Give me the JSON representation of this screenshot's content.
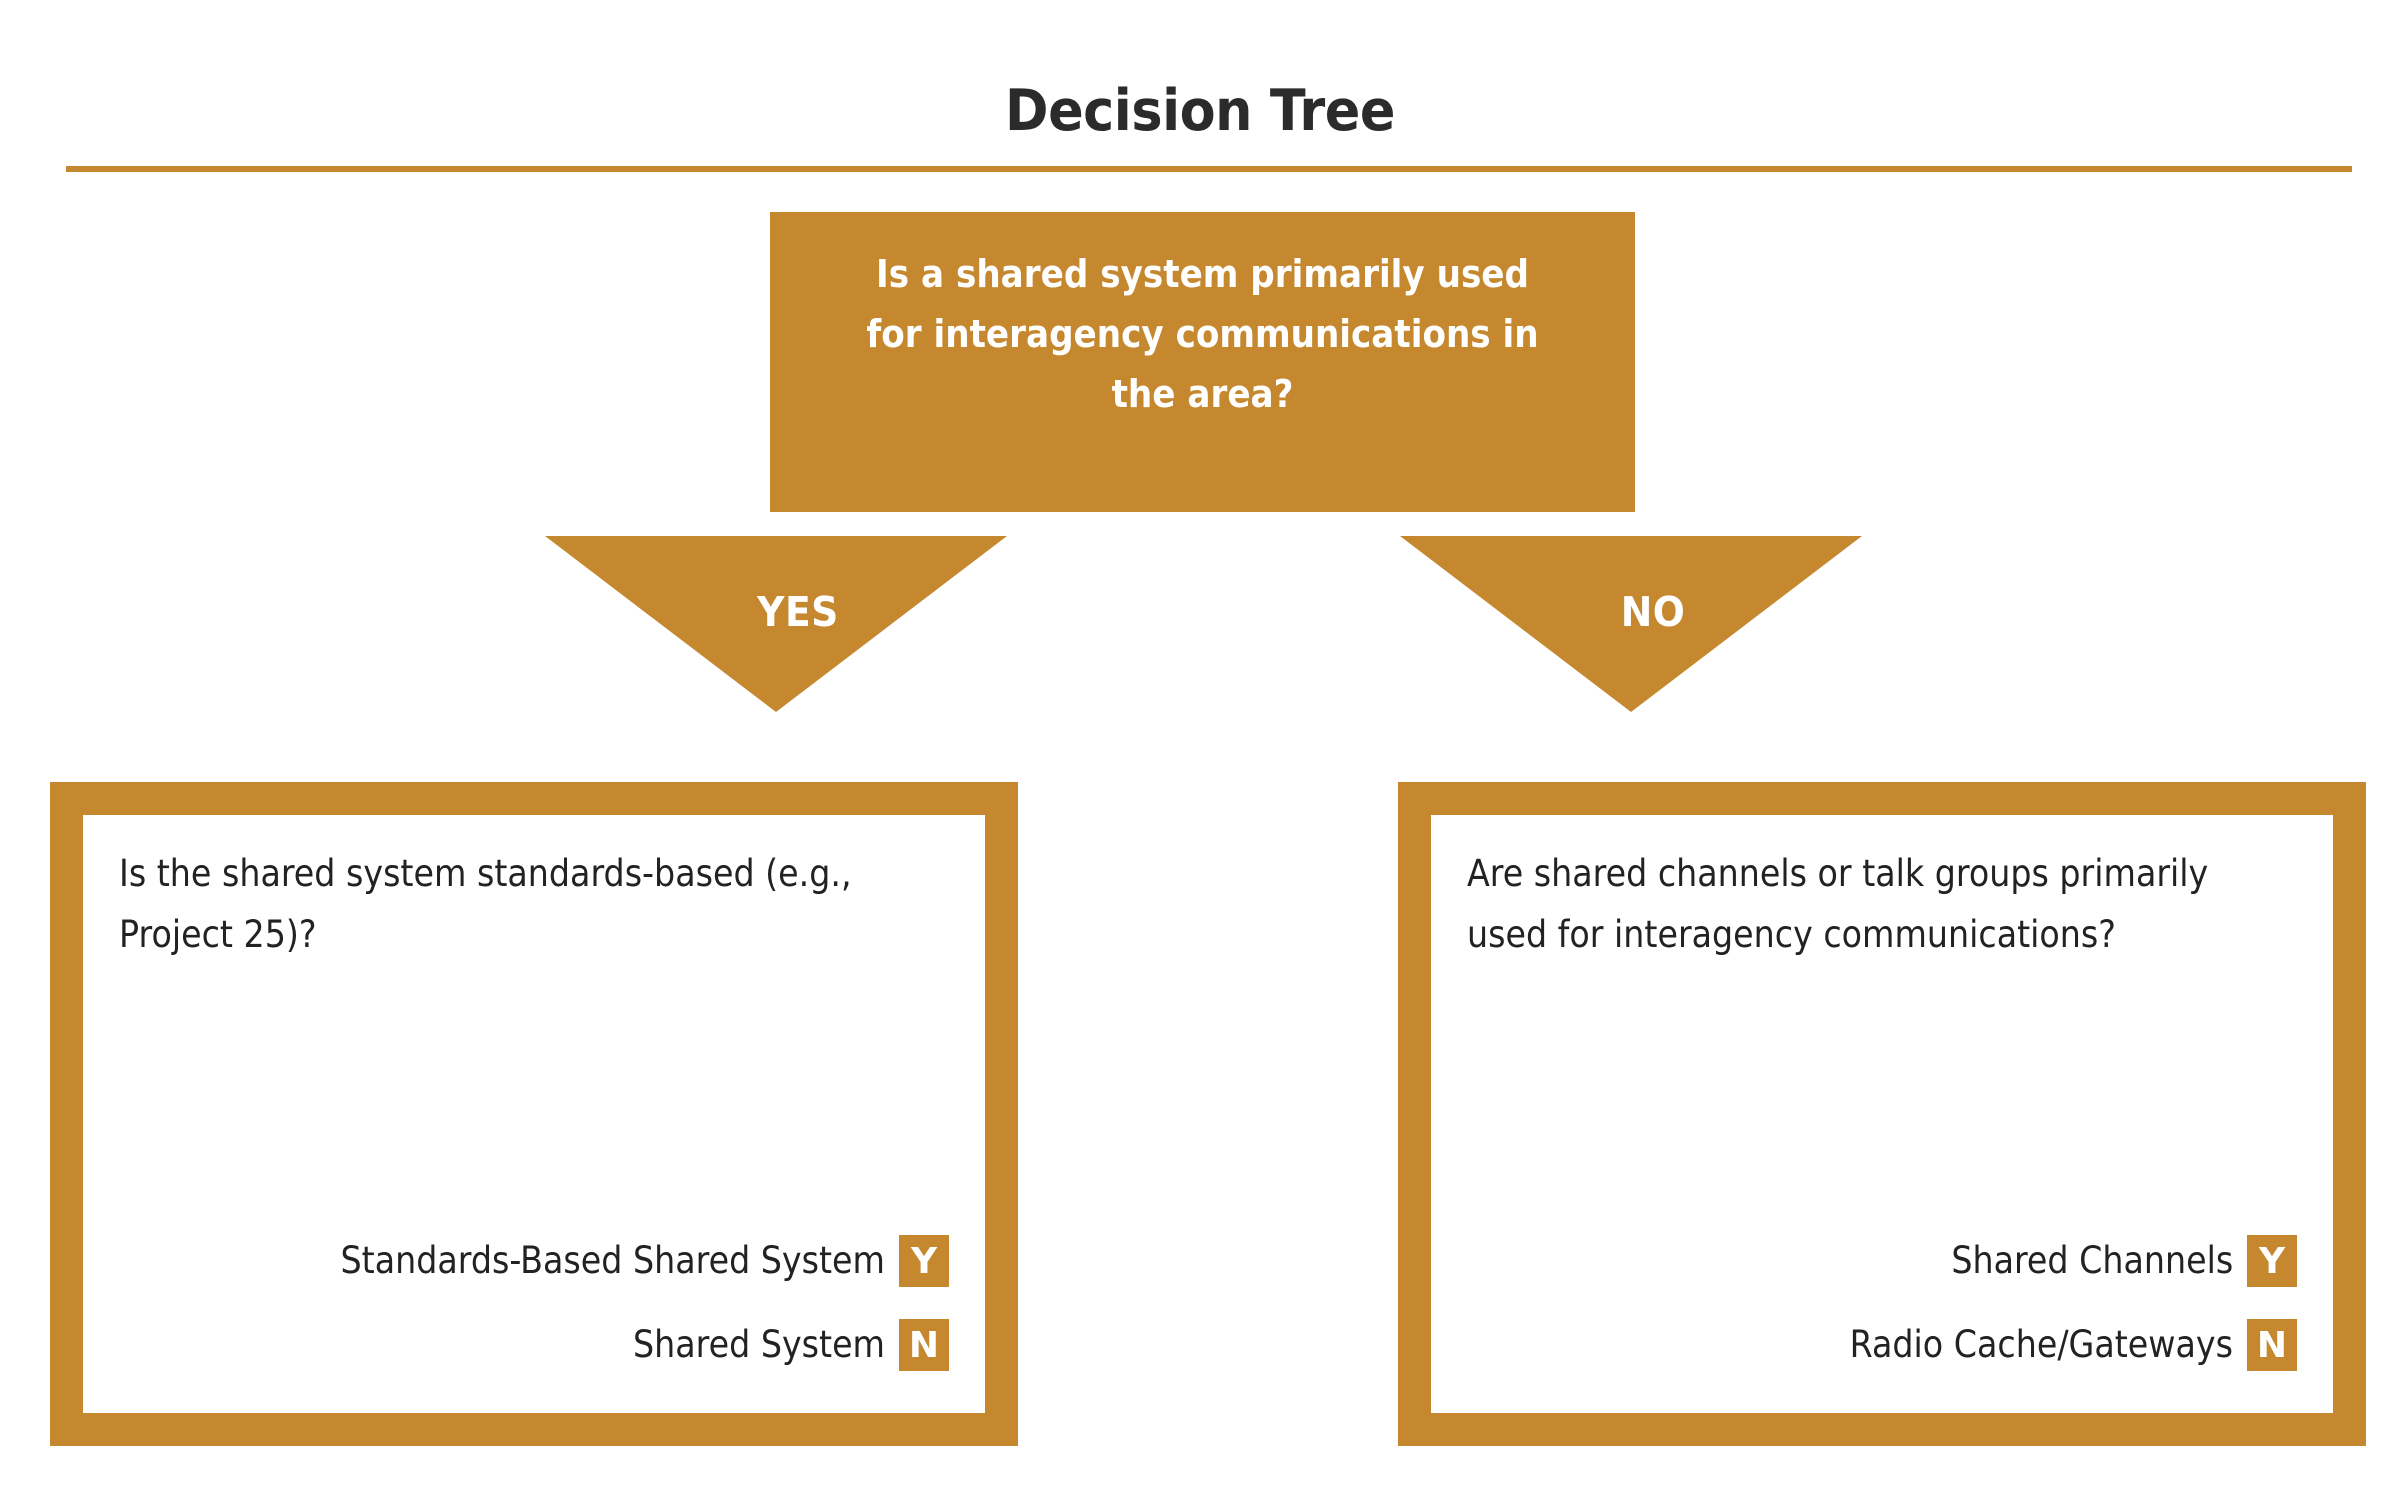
{
  "page": {
    "title": "Decision Tree",
    "accent_color": "#c5882f",
    "text_color": "#222222",
    "background": "#ffffff"
  },
  "root": {
    "question": "Is a shared system primarily used for interagency communications in the area?"
  },
  "branches": [
    {
      "label": "YES"
    },
    {
      "label": "NO"
    }
  ],
  "outcomes": [
    {
      "question": "Is the shared system standards-based (e.g., Project 25)?",
      "options": [
        {
          "label": "Standards-Based Shared System",
          "badge": "Y"
        },
        {
          "label": "Shared System",
          "badge": "N"
        }
      ]
    },
    {
      "question": "Are shared channels or talk groups primarily used for interagency communications?",
      "options": [
        {
          "label": "Shared Channels",
          "badge": "Y"
        },
        {
          "label": "Radio Cache/Gateways",
          "badge": "N"
        }
      ]
    }
  ]
}
